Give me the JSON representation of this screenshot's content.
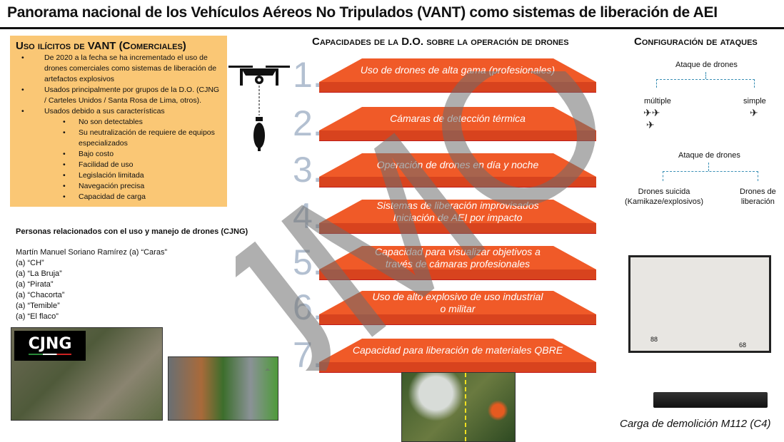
{
  "title": "Panorama nacional de los Vehículos Aéreos No Tripulados (VANT) como sistemas de liberación de AEI",
  "illicit_use": {
    "heading": "Uso ilícitos de VANT (Comerciales)",
    "bullets": [
      "De 2020 a la fecha se ha incrementado el uso de drones comerciales como sistemas de liberación de artefactos explosivos",
      "Usados principalmente por grupos de la D.O. (CJNG / Carteles Unidos / Santa Rosa de Lima, otros).",
      "Usados debido a sus características"
    ],
    "characteristics": [
      "No son detectables",
      "Su neutralización de requiere de equipos especializados",
      "Bajo costo",
      "Facilidad de uso",
      "Legislación limitada",
      "Navegación precisa",
      "Capacidad de carga"
    ]
  },
  "persons": {
    "heading": "Personas relacionados con el uso y manejo de drones (CJNG)",
    "list": [
      "Martín Manuel Soriano Ramírez (a) “Caras”",
      "(a) “CH”",
      "(a) “La Bruja”",
      "(a) “Pirata”",
      "(a) “Chacorta”",
      "(a) “Temible”",
      "(a) “El flaco”"
    ]
  },
  "photo_logo": "CJNG",
  "capabilities": {
    "heading": "Capacidades de la D.O. sobre la operación de drones",
    "items": [
      {
        "num": "1.",
        "text": "Uso de drones de alta gama (profesionales)"
      },
      {
        "num": "2.",
        "text": "Cámaras de detección térmica"
      },
      {
        "num": "3.",
        "text": "Operación de drones en día y noche"
      },
      {
        "num": "4.",
        "text": "Sistemas de liberación improvisados\nIniciación de AEI por impacto"
      },
      {
        "num": "5.",
        "text": "Capacidad para visualizar objetivos a través de cámaras profesionales"
      },
      {
        "num": "6.",
        "text": "Uso de alto explosivo de uso industrial o militar"
      },
      {
        "num": "7.",
        "text": "Capacidad para liberación de materiales QBRE"
      }
    ],
    "bar_color": "#f05a28",
    "number_color": "#b3c0d1"
  },
  "watermark": "JMO",
  "attacks": {
    "heading": "Configuración de ataques",
    "tree1": {
      "root": "Ataque de drones",
      "left": "múltiple",
      "right": "simple"
    },
    "tree2": {
      "root": "Ataque de drones",
      "left": "Drones suicida\n(Kamikaze/explosivos)",
      "right": "Drones de\nliberación"
    }
  },
  "parts_labels": [
    "88",
    "68"
  ],
  "c4_caption": "Carga de demolición M112 (C4)"
}
